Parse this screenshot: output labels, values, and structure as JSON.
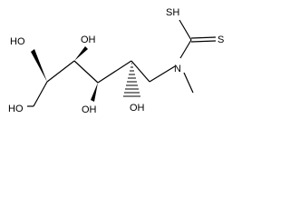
{
  "molecule": {
    "atoms": {
      "sh": "SH",
      "s": "S",
      "n": "N",
      "oh_c2": "HO",
      "oh_c3": "OH",
      "oh_c4": "OH",
      "oh_c5": "OH",
      "oh_c1": "HO"
    },
    "colors": {
      "bond": "#000000",
      "text": "#000000",
      "background": "#ffffff"
    }
  }
}
